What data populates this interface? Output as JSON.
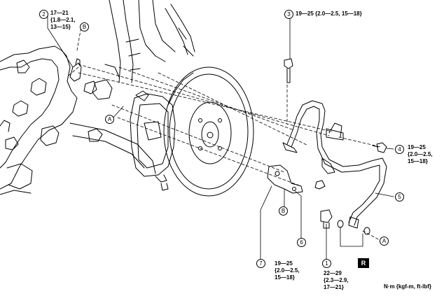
{
  "callouts": [
    {
      "id": "2",
      "text": [
        "17—21",
        "{1.8—2.1,",
        "13—15}"
      ]
    },
    {
      "id": "3",
      "text": [
        "19—25 {2.0—2.5, 15—18}"
      ]
    },
    {
      "id": "4",
      "text": [
        "19—25",
        "{2.0—2.5,",
        "15—18}"
      ]
    },
    {
      "id": "5",
      "text": []
    },
    {
      "id": "6",
      "text": [
        "19—25",
        "{2.0—2.5,",
        "15—18}"
      ]
    },
    {
      "id": "1",
      "text": [
        "22—29",
        "{2.3—2.9,",
        "17—21}"
      ]
    },
    {
      "id": "7",
      "text": []
    }
  ],
  "refs": {
    "A": "A",
    "B": "B"
  },
  "replace_mark": "R",
  "units": "N·m {kgf-m, ft-lbf}",
  "icons": [
    "callout-circle",
    "reference-letter-circle",
    "replace-part-mark"
  ]
}
